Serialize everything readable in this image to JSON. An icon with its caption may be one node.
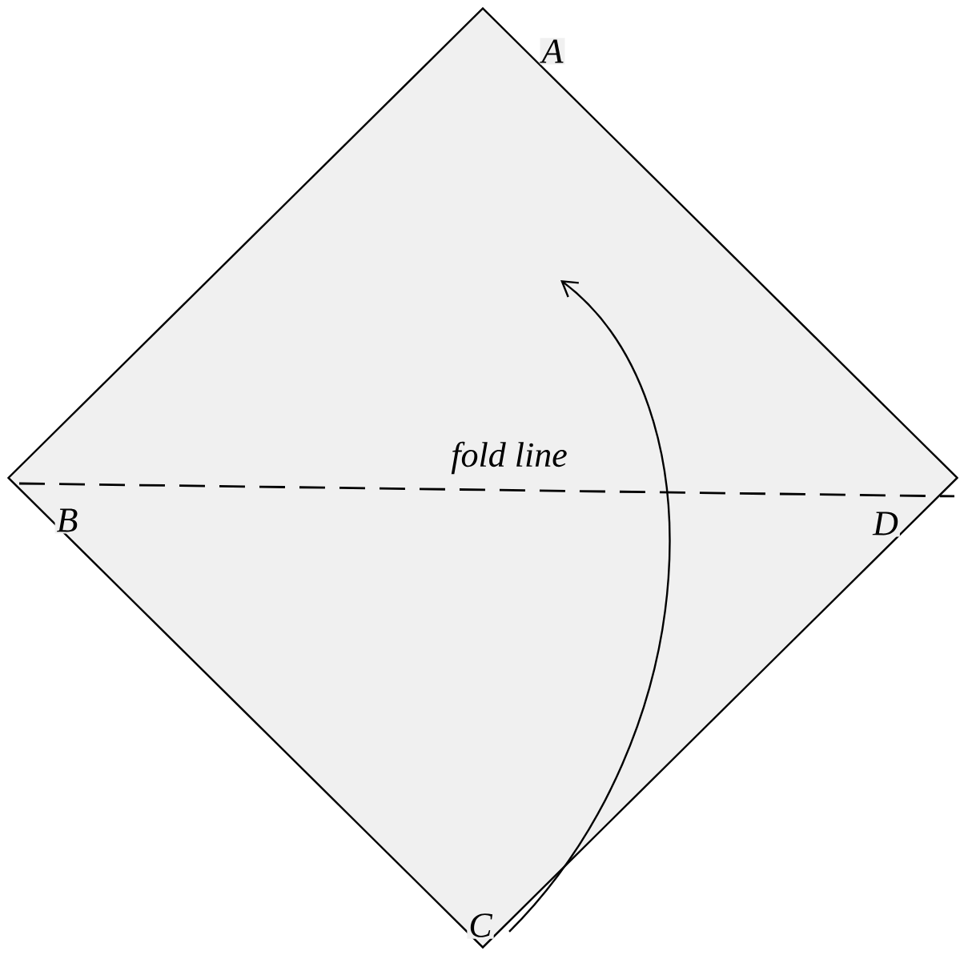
{
  "diagram": {
    "nodes": [
      {
        "text": [],
        "shape": "diamond"
      }
    ],
    "labels": [
      "A",
      "fold line",
      "B",
      "D",
      "C"
    ]
  }
}
